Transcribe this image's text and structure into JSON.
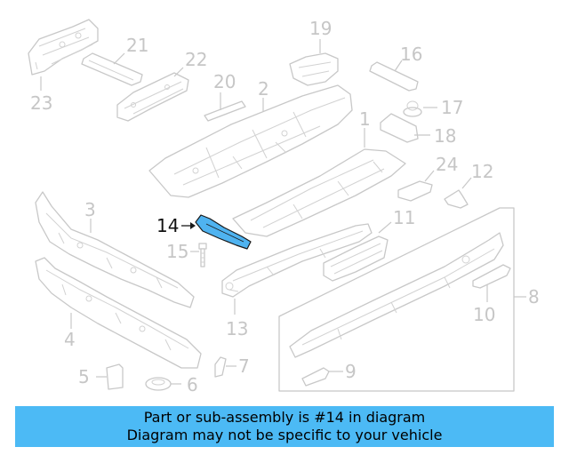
{
  "diagram": {
    "highlighted_part": "14",
    "callouts": {
      "c1": "1",
      "c2": "2",
      "c3": "3",
      "c4": "4",
      "c5": "5",
      "c6": "6",
      "c7": "7",
      "c8": "8",
      "c9": "9",
      "c10": "10",
      "c11": "11",
      "c12": "12",
      "c13": "13",
      "c14": "14",
      "c15": "15",
      "c16": "16",
      "c17": "17",
      "c18": "18",
      "c19": "19",
      "c20": "20",
      "c21": "21",
      "c22": "22",
      "c23": "23",
      "c24": "24"
    },
    "colors": {
      "highlight": "#4fb3f0",
      "line_art": "#c8c8c8",
      "banner": "#4cbaf5"
    }
  },
  "banner": {
    "line1": "Part or sub-assembly is #14 in diagram",
    "line2": "Diagram may not be specific to your vehicle"
  }
}
